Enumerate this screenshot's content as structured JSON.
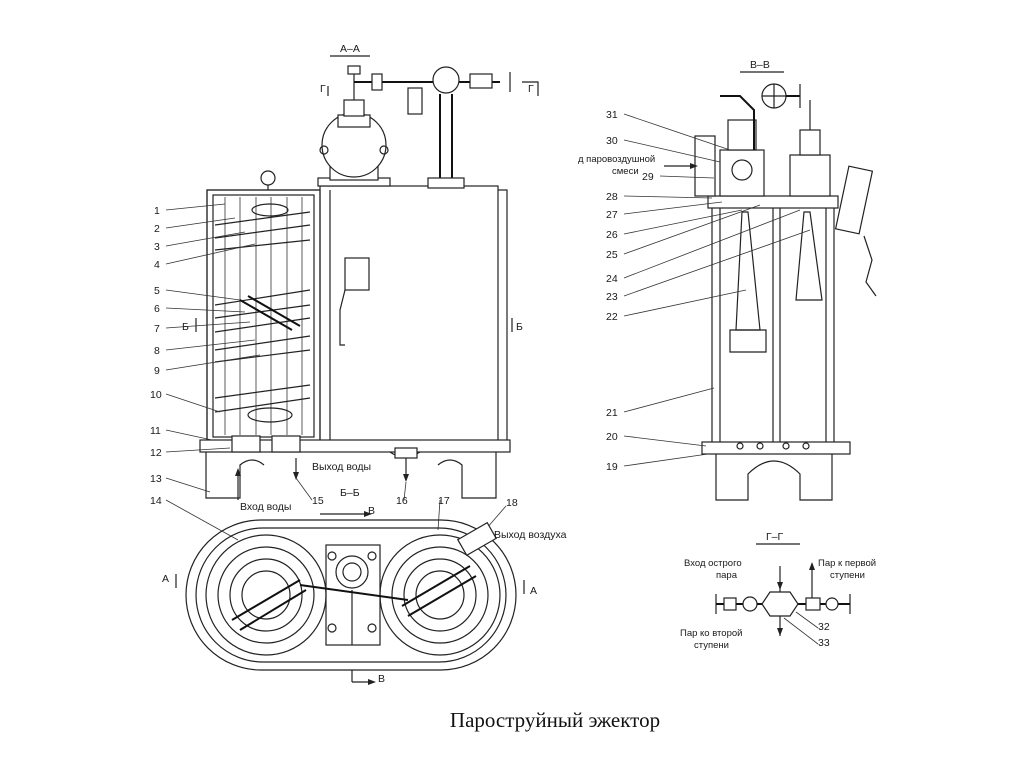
{
  "caption": "Пароструйный эжектор",
  "sections": {
    "aa": "А–А",
    "vv": "В–В",
    "gg": "Г–Г",
    "g": "Г",
    "b": "Б",
    "bb": "Б–Б",
    "a": "А",
    "v": "В"
  },
  "callouts_left": [
    "1",
    "2",
    "3",
    "4",
    "5",
    "6",
    "7",
    "8",
    "9",
    "10",
    "11",
    "12",
    "13",
    "14",
    "15",
    "16",
    "17",
    "18"
  ],
  "callouts_right": [
    "31",
    "30",
    "29",
    "28",
    "27",
    "26",
    "25",
    "24",
    "23",
    "22",
    "21",
    "20",
    "19"
  ],
  "callouts_gg": [
    "32",
    "33"
  ],
  "labels": {
    "water_out": "Выход воды",
    "water_in": "Вход воды",
    "air_out": "Выход воздуха",
    "mix_line1": "д  паровоздушной",
    "mix_line2": "смеси",
    "live_steam_1": "Вход острого",
    "live_steam_2": "пара",
    "first_stage_1": "Пар к первой",
    "first_stage_2": "ступени",
    "second_stage_1": "Пар ко второй",
    "second_stage_2": "ступени"
  }
}
